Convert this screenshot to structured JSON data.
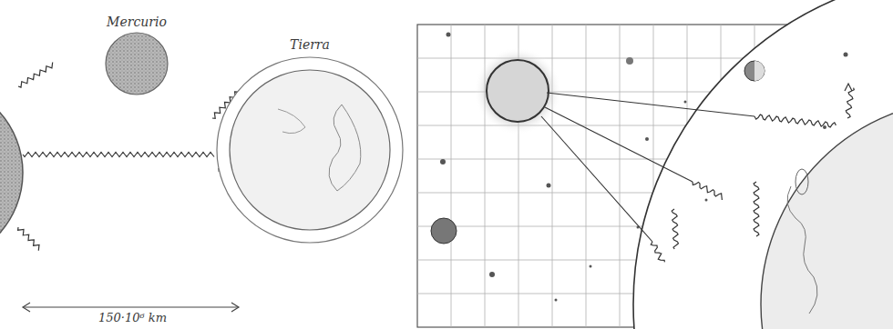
{
  "diagram": {
    "nodes": [
      {
        "text": [
          "Mercurio"
        ]
      },
      {
        "text": [
          "Tierra"
        ]
      }
    ],
    "labels": [
      "150·10⁶ km"
    ]
  }
}
